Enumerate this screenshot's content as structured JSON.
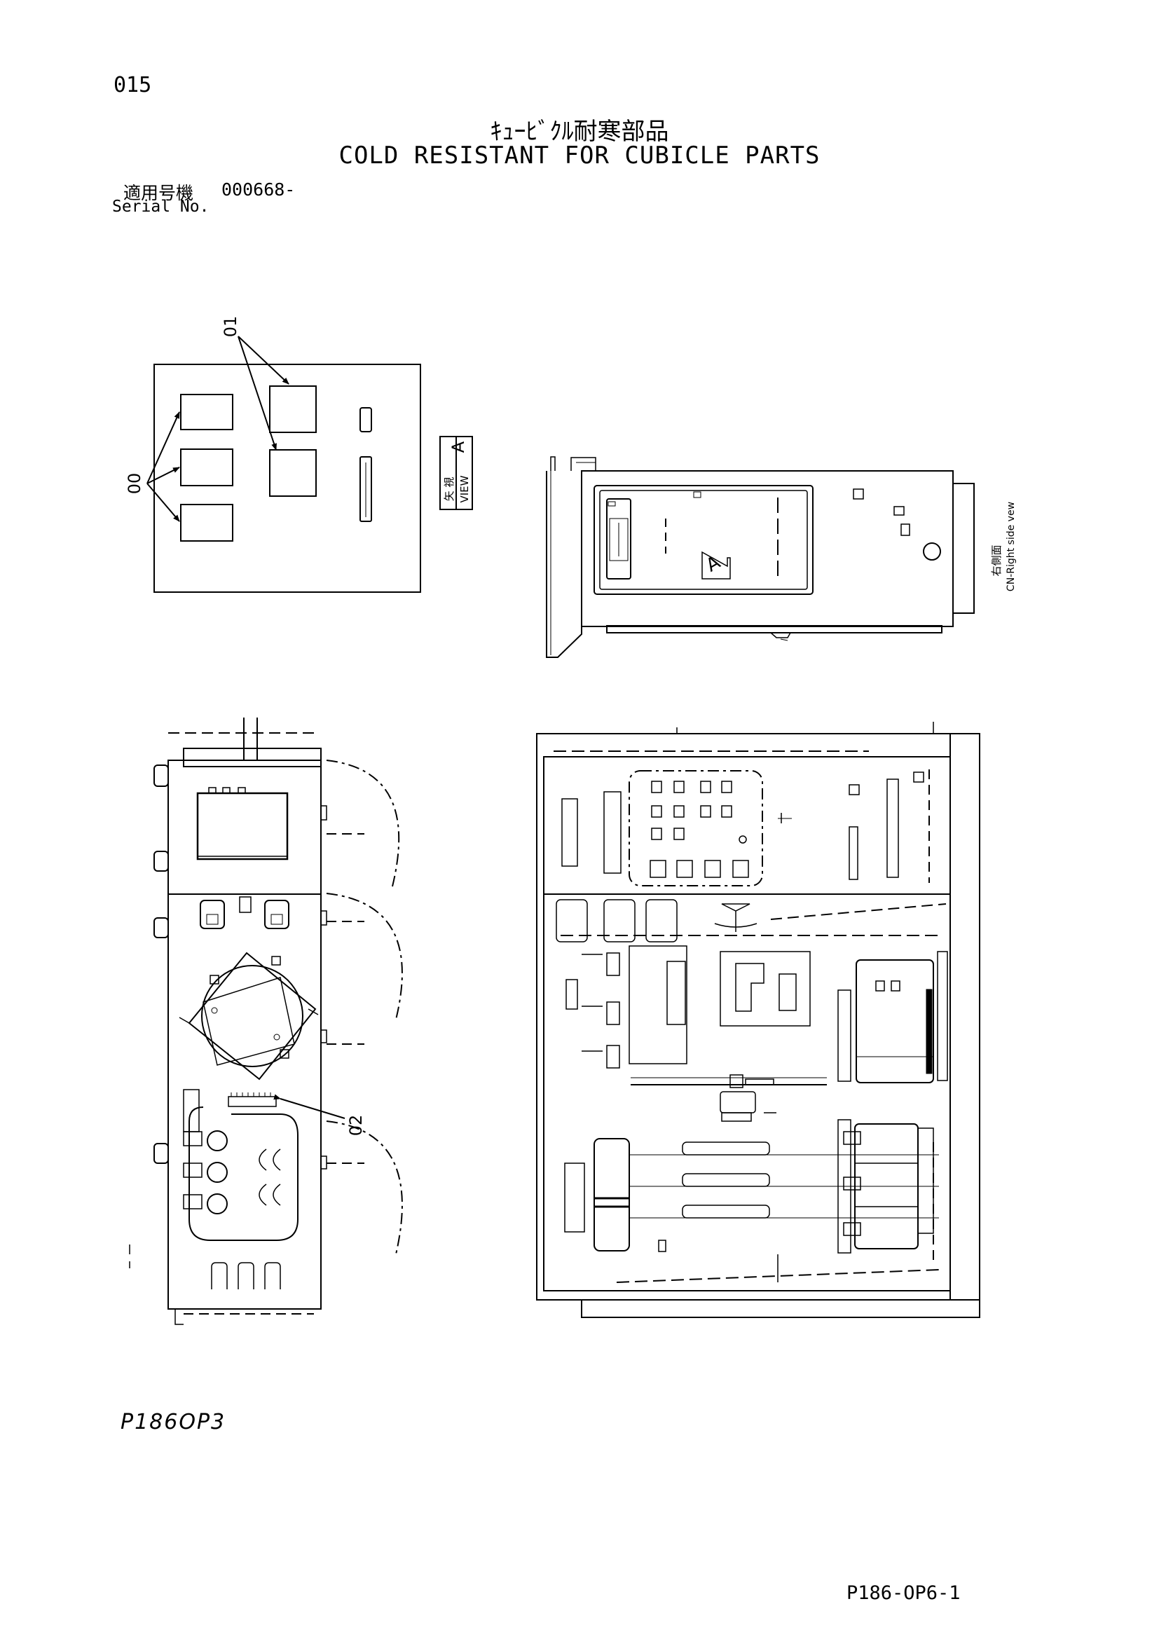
{
  "header": {
    "page_number": "015",
    "title_jp": "ｷｭｰﾋﾞｸﾙ耐寒部品",
    "title_en": "COLD RESISTANT FOR CUBICLE PARTS",
    "serial_label_jp": "適用号機",
    "serial_value": "000668-",
    "serial_label_en": "Serial No."
  },
  "callouts": {
    "c00": "00",
    "c01": "01",
    "c02": "02"
  },
  "view_label": {
    "jp": "矢 視",
    "en": "VIEW",
    "letter": "A"
  },
  "side_label": {
    "jp": "右側面",
    "en": "CN-Right side vew"
  },
  "arrow_letter": "A",
  "footer": {
    "drawing_code": "P186OP3",
    "sheet_code": "P186-OP6-1"
  }
}
